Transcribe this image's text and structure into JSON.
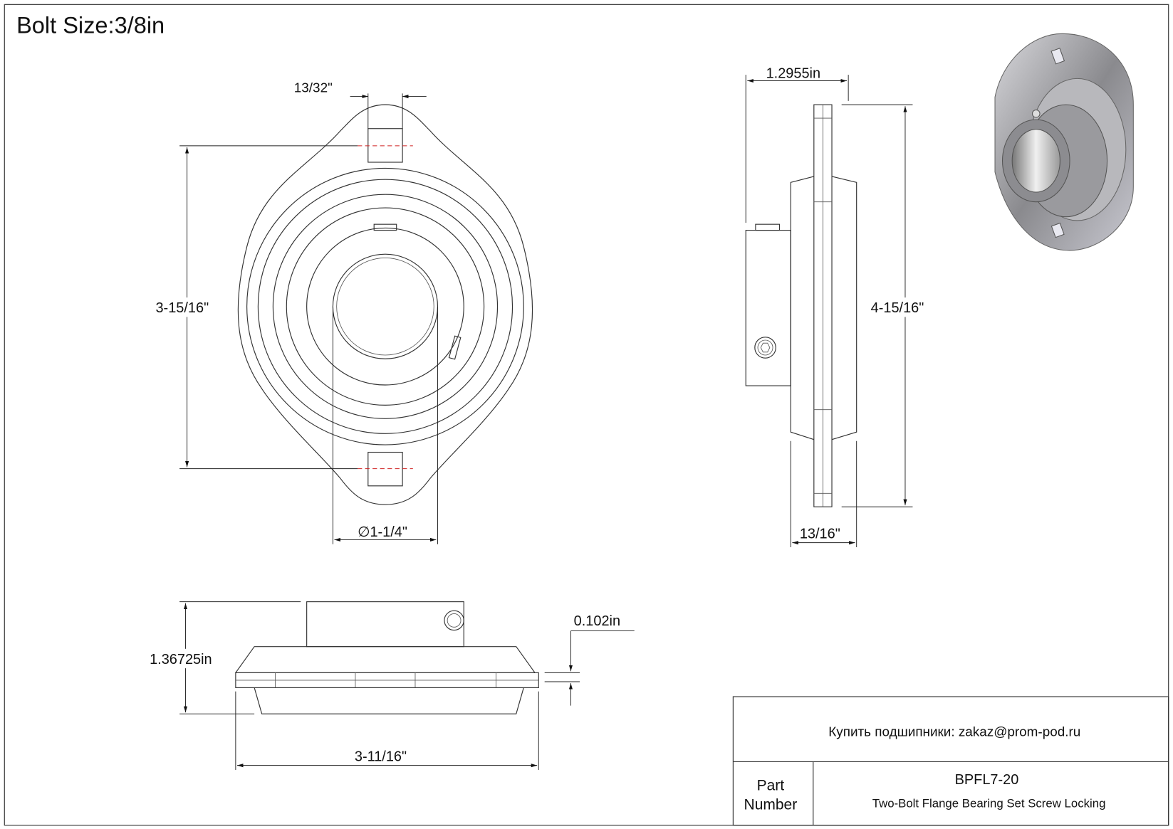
{
  "title": "Bolt Size:3/8in",
  "dimensions": {
    "bolt_hole_width": "13/32\"",
    "bolt_spacing": "3-15/16\"",
    "bore_diameter": "∅1-1/4\"",
    "overall_width": "1.2955in",
    "overall_height": "4-15/16\"",
    "housing_width": "13/16\"",
    "flange_thickness": "0.102in",
    "total_height": "1.36725in",
    "flange_length": "3-11/16\""
  },
  "title_block": {
    "contact": "Купить подшипники: zakaz@prom-pod.ru",
    "part_label_1": "Part",
    "part_label_2": "Number",
    "part_number": "BPFL7-20",
    "description": "Two-Bolt Flange Bearing Set Screw Locking"
  }
}
